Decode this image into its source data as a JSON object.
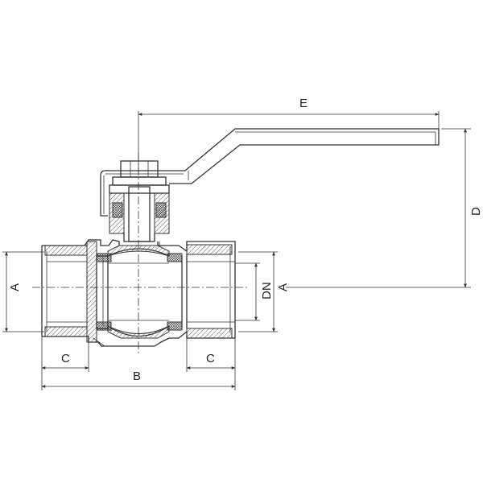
{
  "diagram": {
    "labels": {
      "E": "E",
      "D": "D",
      "A_left": "A",
      "A_right": "A",
      "DN": "DN",
      "B": "B",
      "C_left": "C",
      "C_right": "C"
    }
  }
}
